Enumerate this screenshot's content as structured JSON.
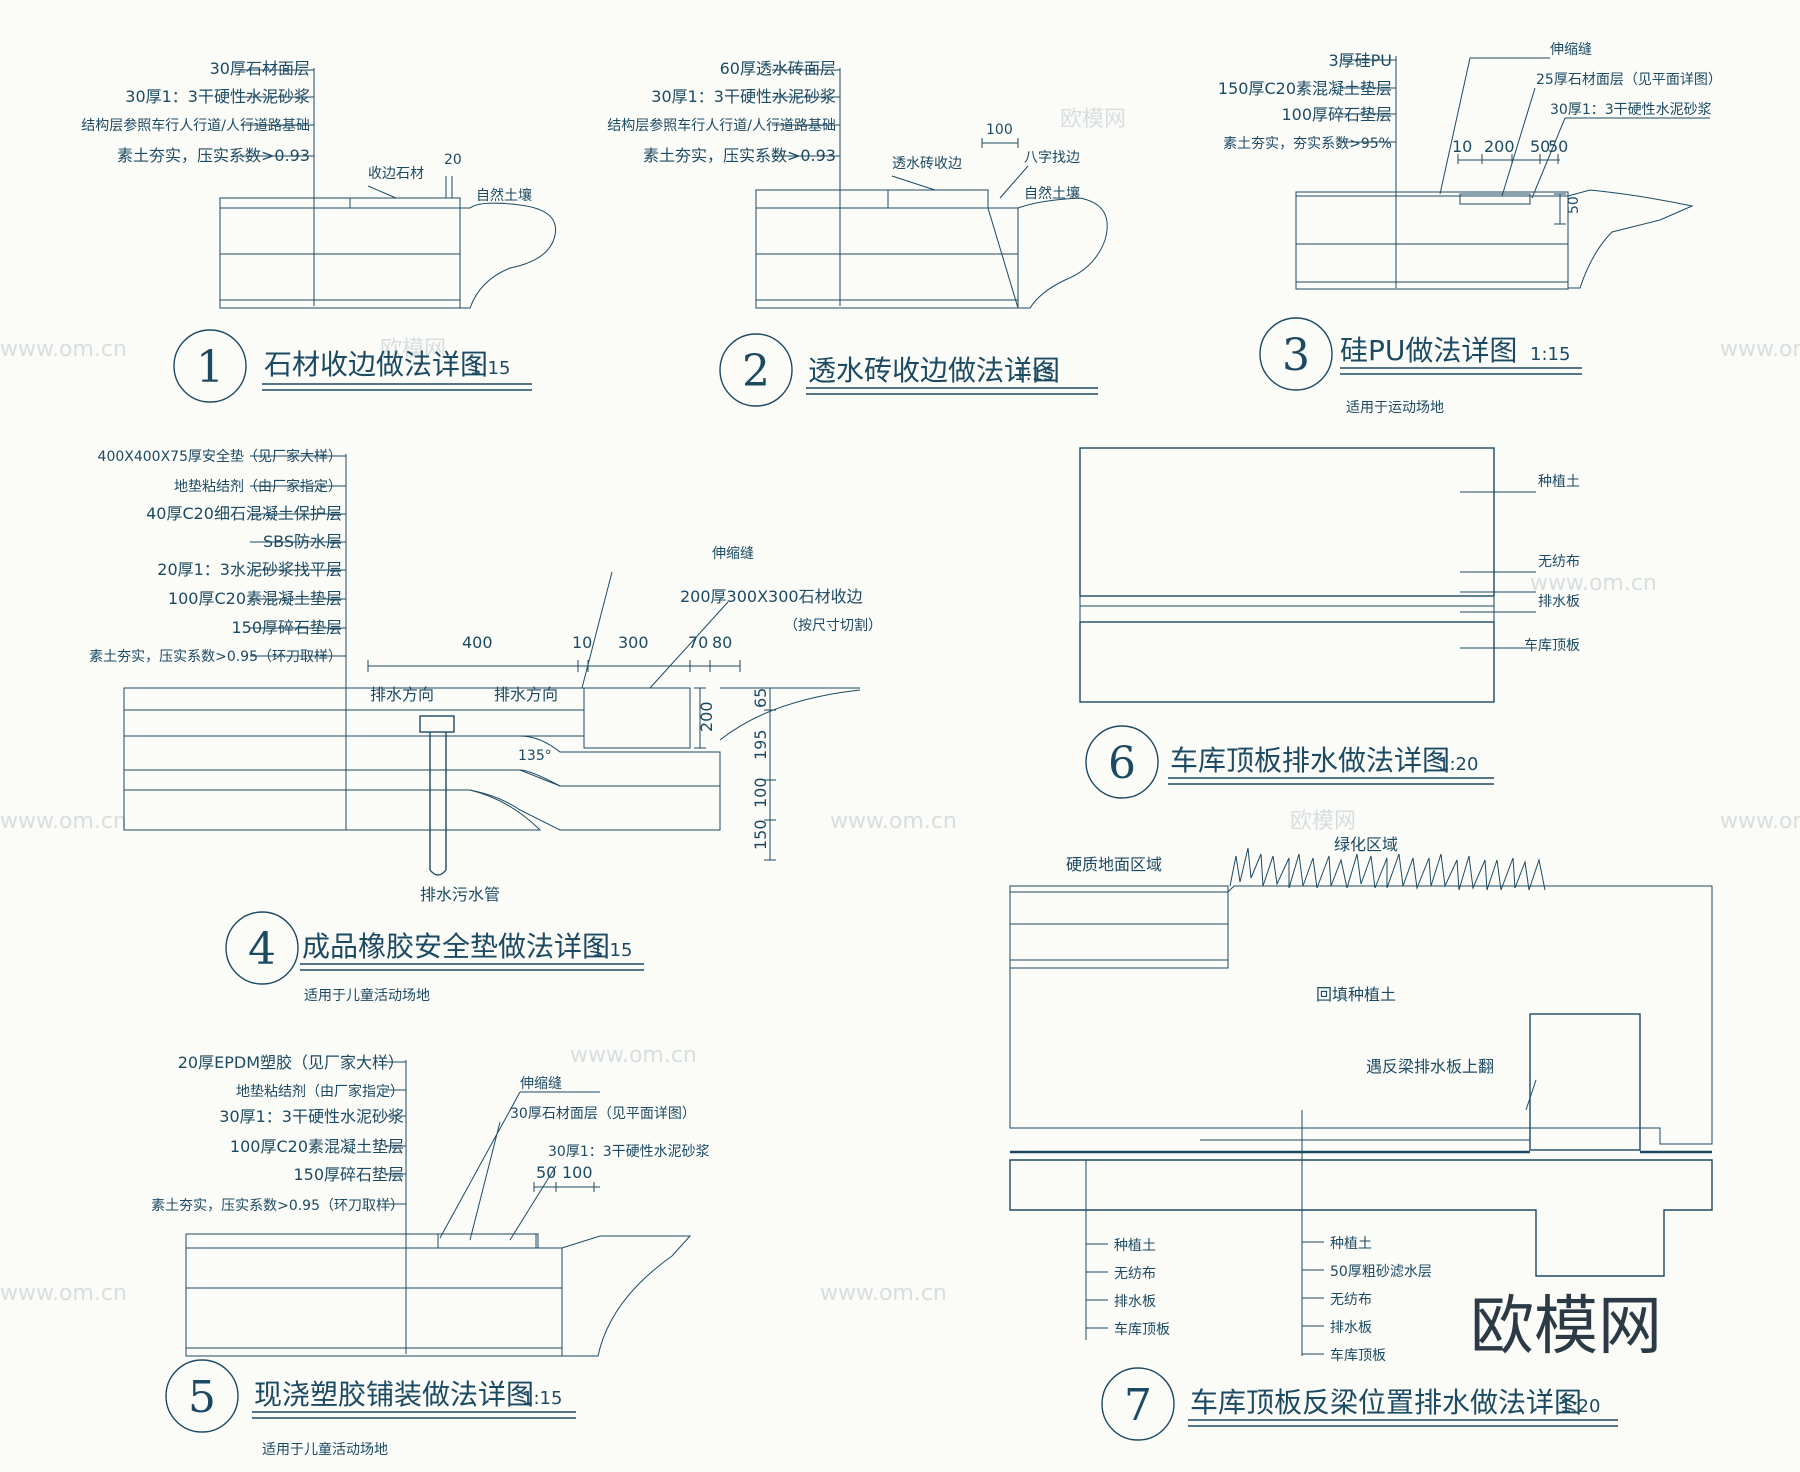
{
  "details": [
    {
      "num": "1",
      "title": "石材收边做法详图",
      "scale": "1:15",
      "subtitle": "",
      "labels": [
        "30厚石材面层",
        "30厚1：3干硬性水泥砂浆",
        "结构层参照车行人行道/人行道路基础",
        "素土夯实，压实系数>0.93"
      ],
      "callouts": [
        "收边石材",
        "自然土壤"
      ],
      "dims": [
        "20"
      ]
    },
    {
      "num": "2",
      "title": "透水砖收边做法详图",
      "scale": "1:15",
      "subtitle": "",
      "labels": [
        "60厚透水砖面层",
        "30厚1：3干硬性水泥砂浆",
        "结构层参照车行人行道/人行道路基础",
        "素土夯实，压实系数>0.93"
      ],
      "callouts": [
        "透水砖收边",
        "八字找边",
        "自然土壤"
      ],
      "dims": [
        "100"
      ]
    },
    {
      "num": "3",
      "title": "硅PU做法详图",
      "scale": "1:15",
      "subtitle": "适用于运动场地",
      "labels": [
        "3厚硅PU",
        "150厚C20素混凝土垫层",
        "100厚碎石垫层",
        "素土夯实，夯实系数>95%"
      ],
      "callouts": [
        "伸缩缝",
        "25厚石材面层（见平面详图）",
        "30厚1：3干硬性水泥砂浆"
      ],
      "dims": [
        "10",
        "200",
        "50",
        "50",
        "50"
      ]
    },
    {
      "num": "4",
      "title": "成品橡胶安全垫做法详图",
      "scale": "1:15",
      "subtitle": "适用于儿童活动场地",
      "labels": [
        "400X400X75厚安全垫（见厂家大样）",
        "地垫粘结剂（由厂家指定）",
        "40厚C20细石混凝土保护层",
        "SBS防水层",
        "20厚1：3水泥砂浆找平层",
        "100厚C20素混凝土垫层",
        "150厚碎石垫层",
        "素土夯实，压实系数>0.95（环刀取样）"
      ],
      "callouts": [
        "伸缩缝",
        "200厚300X300石材收边",
        "（按尺寸切割）",
        "排水方向",
        "排水方向",
        "排水污水管",
        "135°"
      ],
      "dims": [
        "400",
        "10",
        "300",
        "70",
        "80",
        "200",
        "65",
        "195",
        "100",
        "150"
      ]
    },
    {
      "num": "5",
      "title": "现浇塑胶铺装做法详图",
      "scale": "1:15",
      "subtitle": "适用于儿童活动场地",
      "labels": [
        "20厚EPDM塑胶（见厂家大样）",
        "地垫粘结剂（由厂家指定）",
        "30厚1：3干硬性水泥砂浆",
        "100厚C20素混凝土垫层",
        "150厚碎石垫层",
        "素土夯实，压实系数>0.95（环刀取样）"
      ],
      "callouts": [
        "伸缩缝",
        "30厚石材面层（见平面详图）",
        "30厚1：3干硬性水泥砂浆"
      ],
      "dims": [
        "50",
        "100"
      ]
    },
    {
      "num": "6",
      "title": "车库顶板排水做法详图",
      "scale": "1:20",
      "subtitle": "",
      "labels": [
        "种植土",
        "无纺布",
        "排水板",
        "车库顶板"
      ],
      "callouts": [],
      "dims": []
    },
    {
      "num": "7",
      "title": "车库顶板反梁位置排水做法详图",
      "scale": "1:20",
      "subtitle": "",
      "labels": [
        "种植土",
        "无纺布",
        "排水板",
        "车库顶板"
      ],
      "labels2": [
        "种植土",
        "50厚粗砂滤水层",
        "无纺布",
        "排水板",
        "车库顶板"
      ],
      "callouts": [
        "硬质地面区域",
        "绿化区域",
        "回填种植土",
        "遇反梁排水板上翻"
      ],
      "dims": []
    }
  ],
  "watermark": {
    "brand": "欧模网",
    "site": "www.om.cn",
    "small": "欧模网"
  },
  "colors": {
    "ink": "#1d4a63",
    "bg": "#fbfcf8"
  }
}
